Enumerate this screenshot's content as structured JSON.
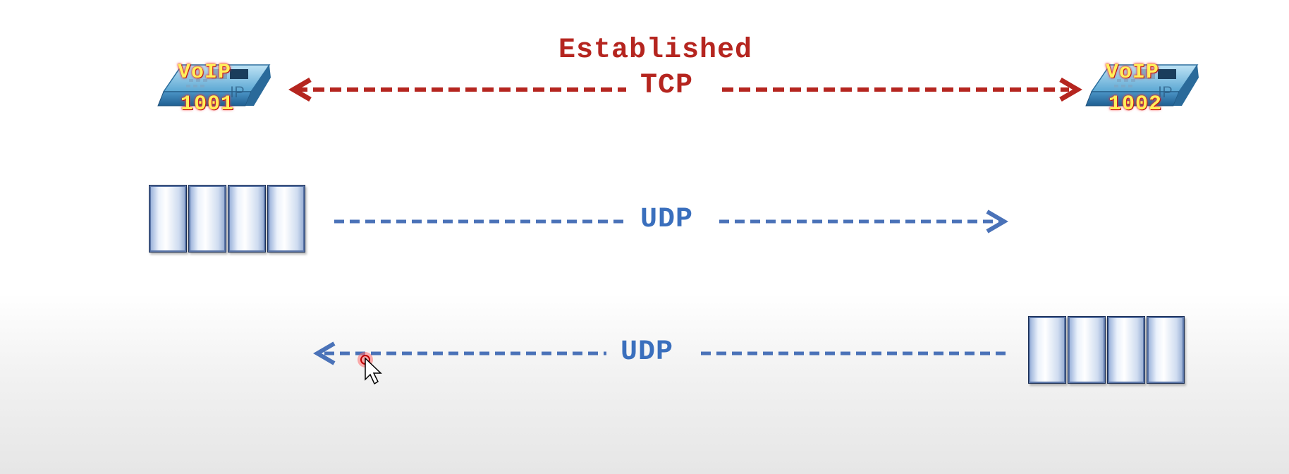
{
  "phones": {
    "left": {
      "line1": "VoIP",
      "line2": "1001"
    },
    "right": {
      "line1": "VoIP",
      "line2": "1002"
    }
  },
  "tcp": {
    "line1": "Established",
    "line2": "TCP",
    "color": "#b5251f"
  },
  "udp_top": {
    "label": "UDP",
    "color": "#4a72b8"
  },
  "udp_bottom": {
    "label": "UDP",
    "color": "#4a72b8"
  },
  "packets": {
    "count": 4
  },
  "icons": {
    "phone": "ip-phone-icon",
    "cursor": "mouse-pointer-icon"
  }
}
